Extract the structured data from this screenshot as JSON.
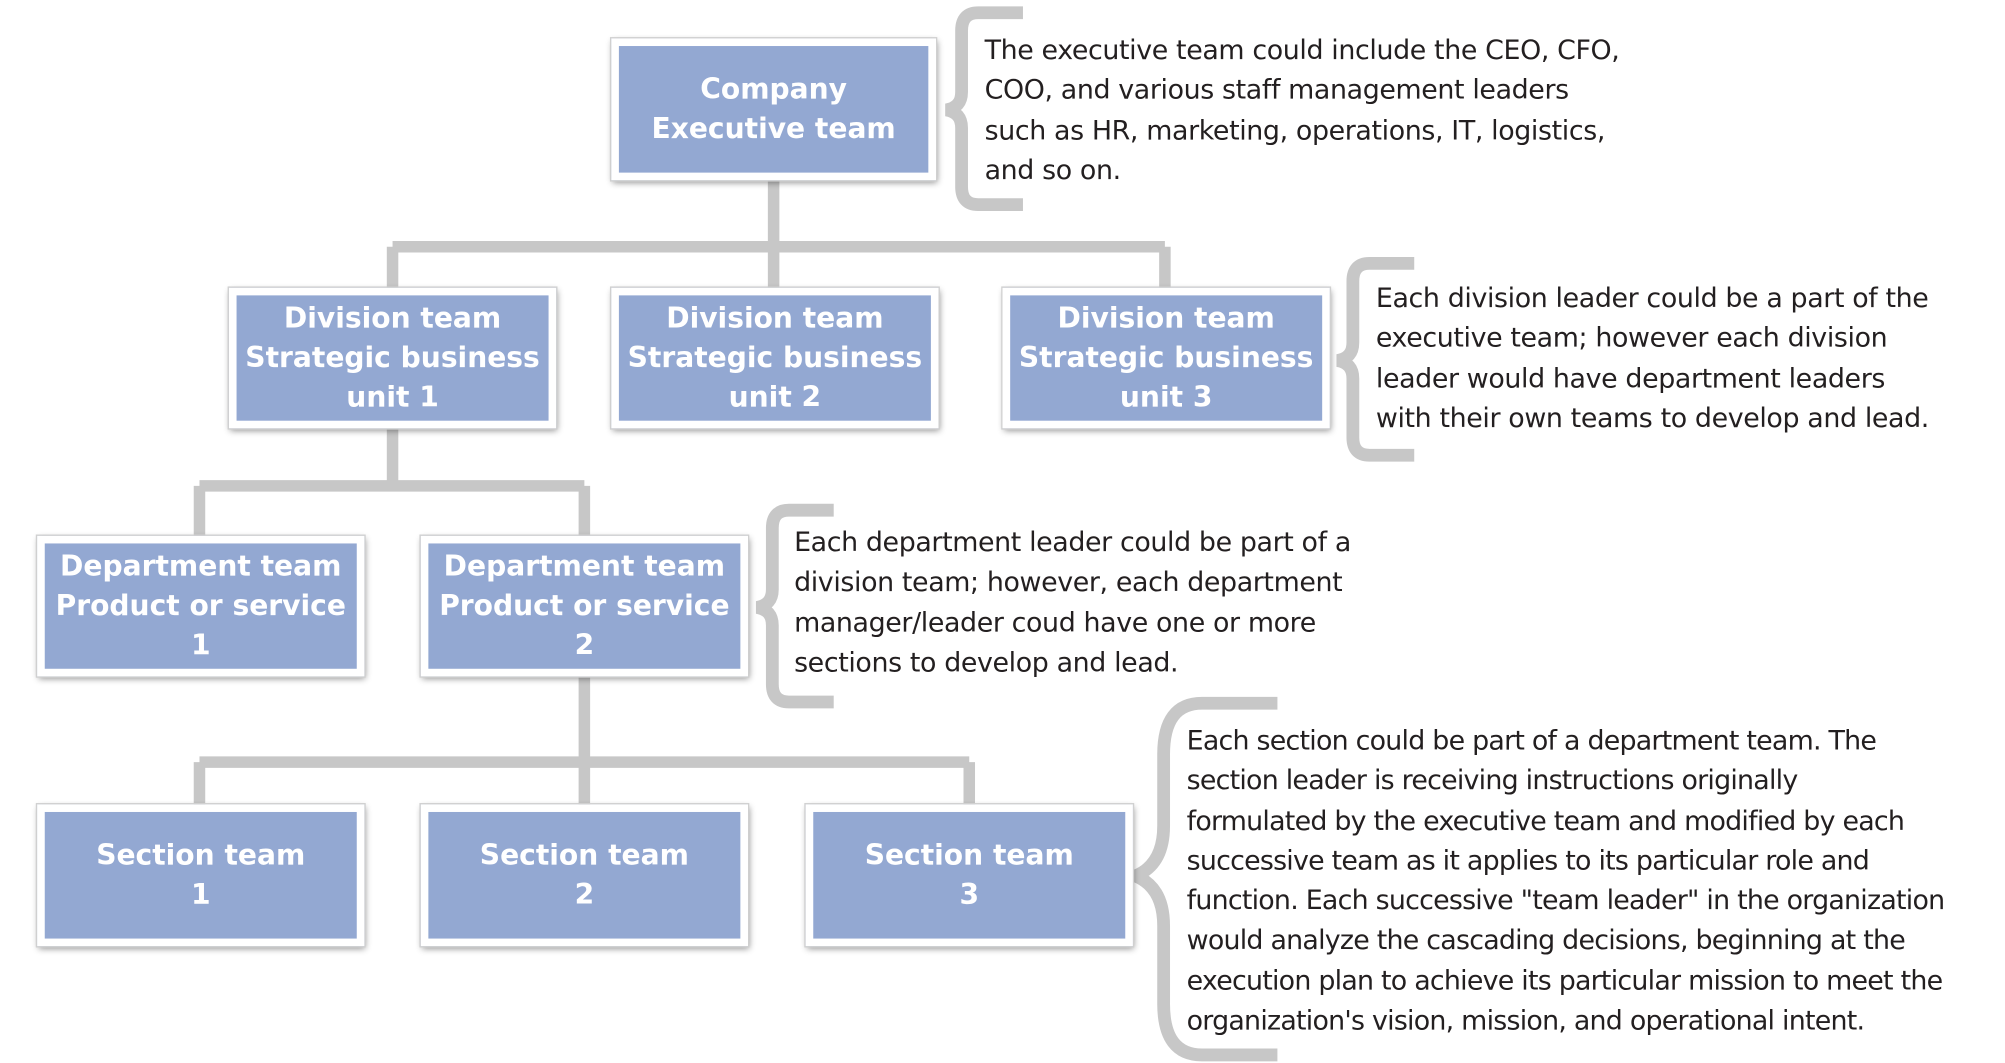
{
  "colors": {
    "box_fill": "#93a8d2",
    "connector": "#c7c7c7",
    "text": "#231f20"
  },
  "boxes": {
    "company": {
      "lines": [
        "Company",
        "Executive team"
      ]
    },
    "division1": {
      "lines": [
        "Division team",
        "Strategic business",
        "unit 1"
      ]
    },
    "division2": {
      "lines": [
        "Division team",
        "Strategic business",
        "unit 2"
      ]
    },
    "division3": {
      "lines": [
        "Division team",
        "Strategic business",
        "unit 3"
      ]
    },
    "department1": {
      "lines": [
        "Department team",
        "Product or service",
        "1"
      ]
    },
    "department2": {
      "lines": [
        "Department team",
        "Product or service",
        "2"
      ]
    },
    "section1": {
      "lines": [
        "Section team",
        "1"
      ]
    },
    "section2": {
      "lines": [
        "Section team",
        "2"
      ]
    },
    "section3": {
      "lines": [
        "Section team",
        "3"
      ]
    }
  },
  "notes": {
    "executive": [
      "The executive team could include the CEO, CFO,",
      "COO, and various staff management leaders",
      "such as HR, marketing, operations, IT, logistics,",
      "and so on."
    ],
    "division": [
      "Each division leader could be a part of the",
      "executive team; however each division",
      "leader would have department leaders",
      "with their own teams to develop and lead."
    ],
    "department": [
      "Each department leader could be part of a",
      "division team; however, each department",
      "manager/leader coud have one or more",
      "sections to develop and lead."
    ],
    "section": [
      "Each section could be part of a department team. The",
      "section leader is receiving instructions originally",
      "formulated by the executive team and modified by each",
      "successive team as it applies to its particular role and",
      "function. Each successive \"team leader\" in the organization",
      "would analyze the cascading decisions, beginning at the",
      "execution plan to achieve its particular mission to meet the",
      "organization's vision, mission, and operational intent."
    ]
  }
}
